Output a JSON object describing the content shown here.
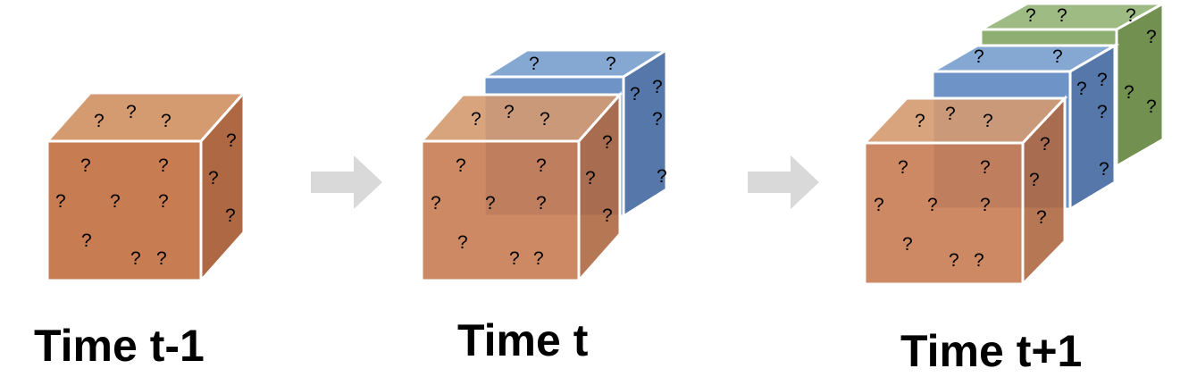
{
  "captions": {
    "t_minus_1": "Time t-1",
    "t": "Time t",
    "t_plus_1": "Time t+1"
  },
  "unknown_glyph": "?",
  "colors": {
    "orange_front": "#C87C52",
    "orange_top": "#D49A70",
    "orange_side": "#AE6843",
    "blue_front": "#6E93C6",
    "blue_top": "#84A8D2",
    "blue_side": "#5677A9",
    "green_front": "#8FAE72",
    "green_top": "#9DBB83",
    "green_side": "#72904F",
    "arrow": "#D9D9D9"
  },
  "cube_counts": {
    "t_minus_1": 1,
    "t": 2,
    "t_plus_1": 3
  }
}
